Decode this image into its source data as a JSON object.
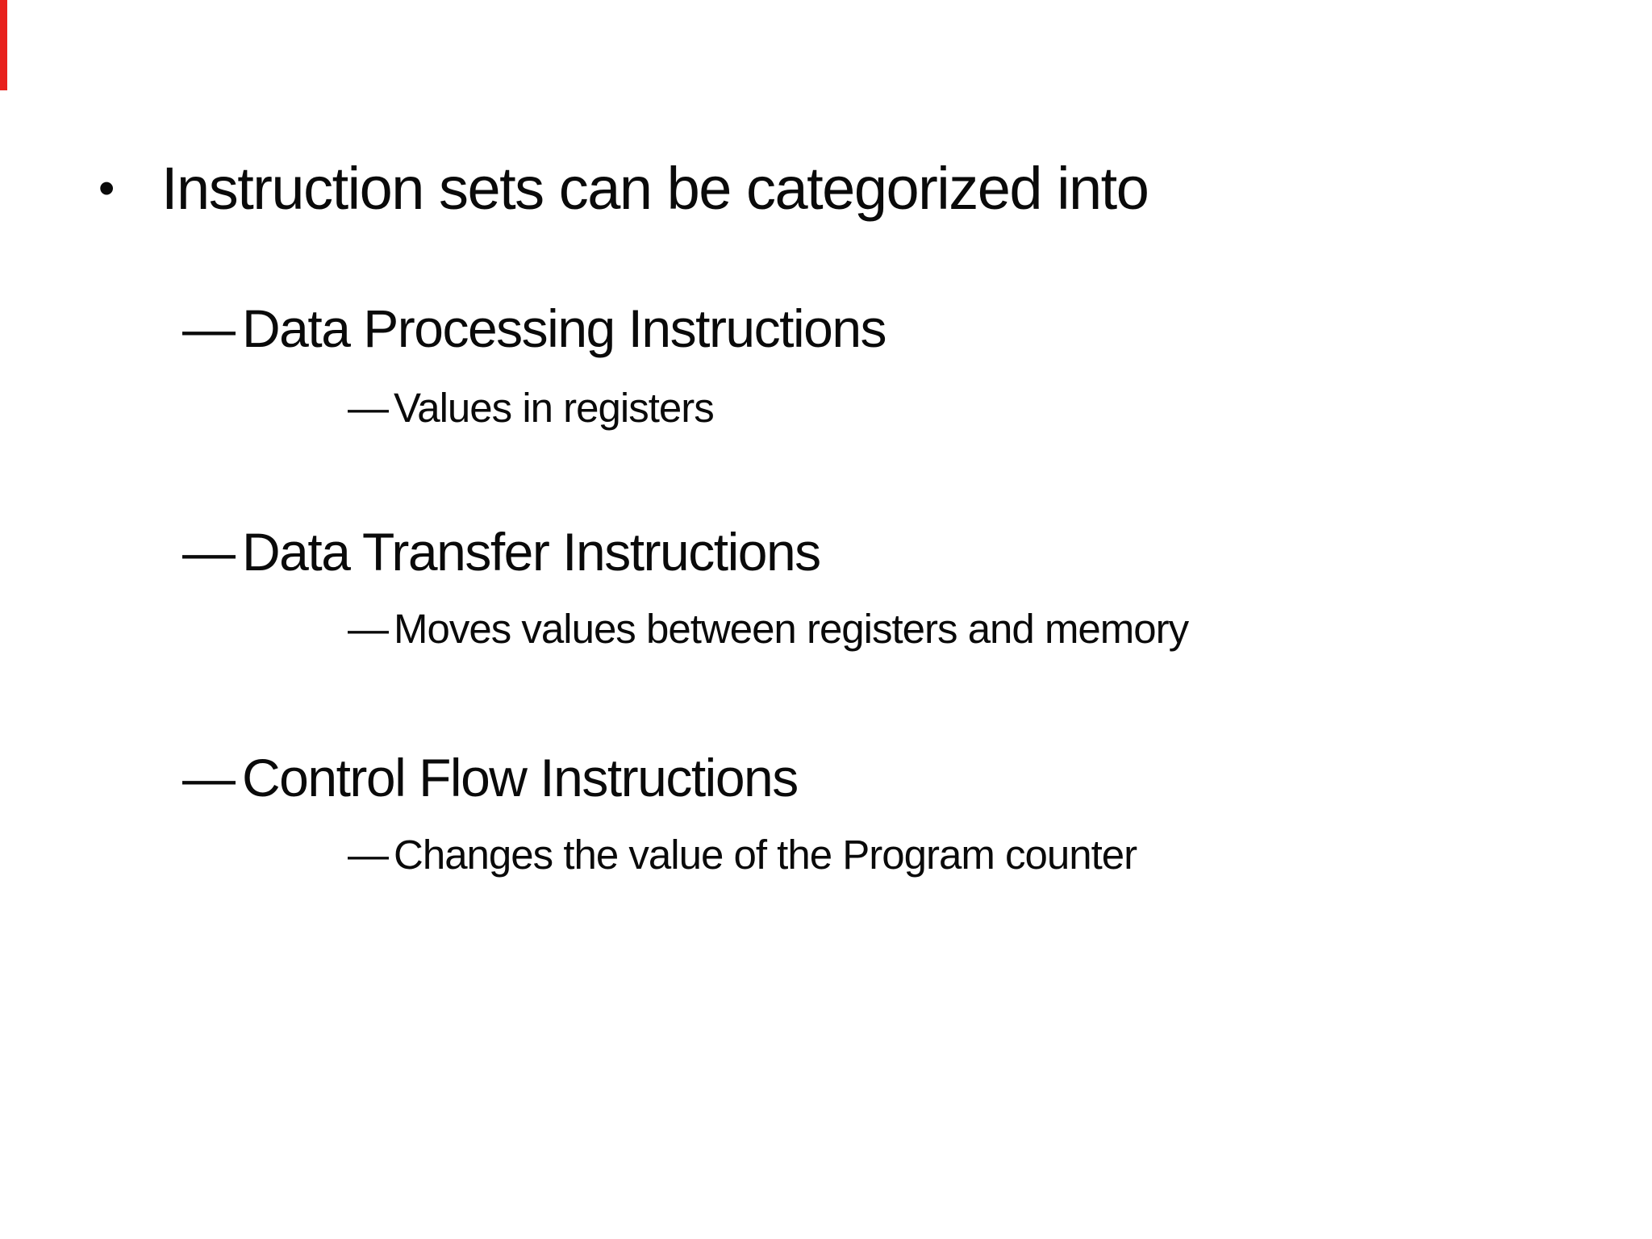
{
  "slide": {
    "colors": {
      "background": "#ffffff",
      "text": "#0a0a0a",
      "accent_strip": "#e8211d"
    },
    "bullets": {
      "level1": "•",
      "level2": "—",
      "level3": "—"
    },
    "title": "Instruction sets can be categorized into",
    "groups": [
      {
        "heading": "Data Processing Instructions",
        "detail": "Values in registers"
      },
      {
        "heading": "Data Transfer Instructions",
        "detail": "Moves values between registers and memory"
      },
      {
        "heading": "Control Flow Instructions",
        "detail": "Changes the value of the Program counter"
      }
    ]
  }
}
